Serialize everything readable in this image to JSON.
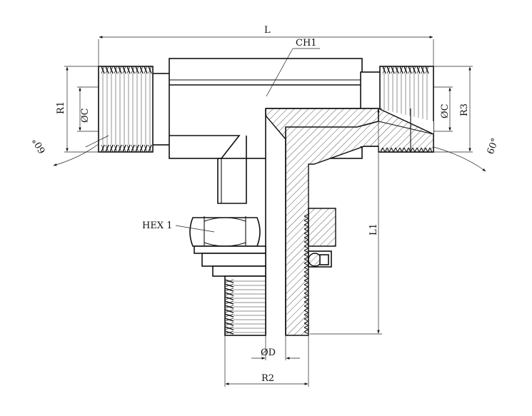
{
  "labels": {
    "length": "L",
    "chamfer": "CH1",
    "port1_thread": "R1",
    "port1_bore": "ØC",
    "port3_thread": "R3",
    "port3_bore": "ØC",
    "angle_left": "60°",
    "angle_right": "60°",
    "hex": "HEX 1",
    "stud_length": "L1",
    "stud_bore": "ØD",
    "stud_thread": "R2"
  }
}
